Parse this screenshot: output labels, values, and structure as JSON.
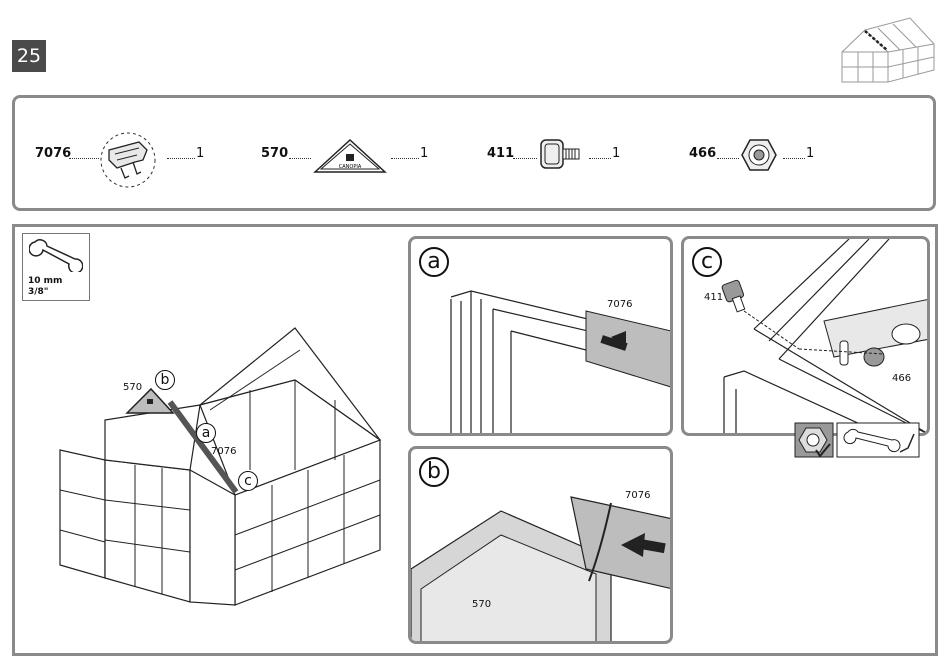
{
  "step": {
    "number": "25"
  },
  "parts": [
    {
      "code": "7076",
      "qty": "1",
      "icon": "clip-icon"
    },
    {
      "code": "570",
      "qty": "1",
      "icon": "gable-cap-icon",
      "brand": "CANOPIA"
    },
    {
      "code": "411",
      "qty": "1",
      "icon": "bolt-icon"
    },
    {
      "code": "466",
      "qty": "1",
      "icon": "nut-icon"
    }
  ],
  "tool": {
    "size_mm": "10 mm",
    "size_in": "3/8\"",
    "icon": "wrench-icon"
  },
  "main_callouts": {
    "part_570": "570",
    "part_7076": "7076",
    "a": "a",
    "b": "b",
    "c": "c"
  },
  "panels": {
    "a": {
      "letter": "a",
      "label": "7076"
    },
    "b": {
      "letter": "b",
      "label_top": "7076",
      "label_bottom": "570"
    },
    "c": {
      "letter": "c",
      "label_bolt": "411",
      "label_nut": "466"
    }
  },
  "colors": {
    "badge": "#4a4a4a",
    "border": "#8a8a8a",
    "highlight": "#bdbdbd"
  }
}
